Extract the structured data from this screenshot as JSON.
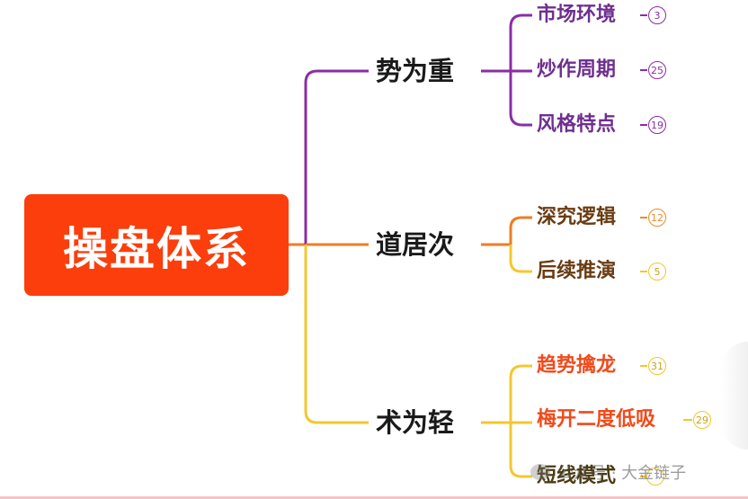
{
  "root": {
    "label": "操盘体系"
  },
  "branches": [
    {
      "label": "势为重",
      "leaves": [
        {
          "label": "市场环境",
          "count": "3"
        },
        {
          "label": "炒作周期",
          "count": "25"
        },
        {
          "label": "风格特点",
          "count": "19"
        }
      ]
    },
    {
      "label": "道居次",
      "leaves": [
        {
          "label": "深究逻辑",
          "count": "12"
        },
        {
          "label": "后续推演",
          "count": "5"
        }
      ]
    },
    {
      "label": "术为轻",
      "leaves": [
        {
          "label": "趋势擒龙",
          "count": "31"
        },
        {
          "label": "梅开二度低吸",
          "count": "29"
        },
        {
          "label": "短线模式",
          "count": ""
        }
      ]
    }
  ],
  "colors": {
    "root": "#fb3e0b",
    "branch1": "#8a2ea6",
    "branch2": "#ef7d22",
    "branch3": "#f3c82f"
  },
  "watermark": {
    "text": "公众号 · 大金链子",
    "icon": "wechat-icon"
  }
}
